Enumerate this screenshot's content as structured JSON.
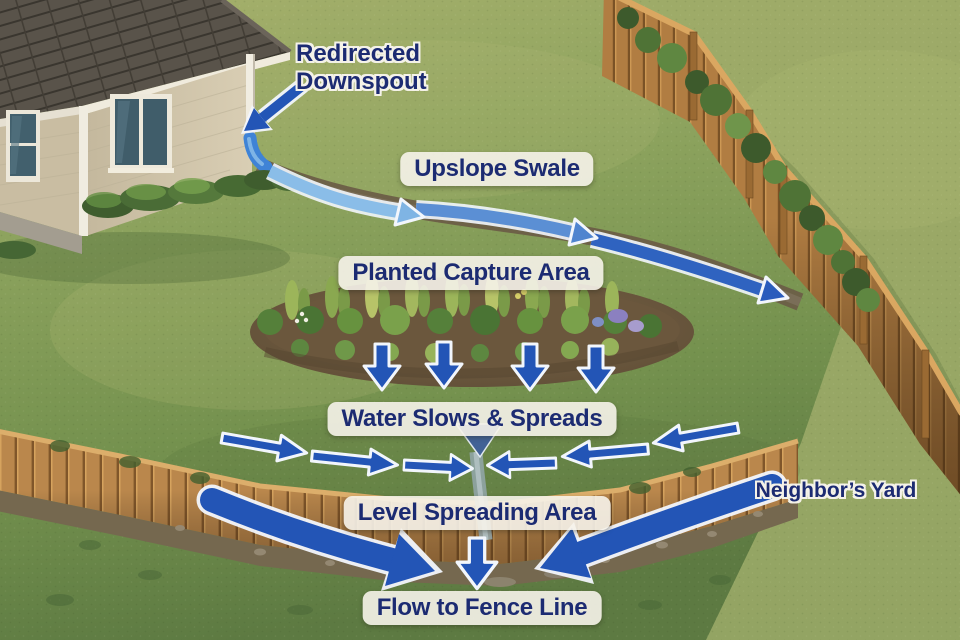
{
  "labels": {
    "redirected_downspout_line1": "Redirected",
    "redirected_downspout_line2": "Downspout",
    "upslope_swale": "Upslope Swale",
    "planted_capture_area": "Planted Capture Area",
    "water_slows_spreads": "Water Slows & Spreads",
    "level_spreading_area": "Level Spreading Area",
    "neighbors_yard": "Neighbor’s Yard",
    "flow_to_fence_line": "Flow to Fence Line"
  },
  "colors": {
    "arrow_blue": "#2355b6",
    "arrow_light_blue": "#8abde8",
    "label_text_navy": "#1c2b72",
    "label_bg": "rgba(246,243,234,0.9)",
    "grass_green": "#8da35e",
    "fence_wood": "#b17d42"
  },
  "icons": {
    "flow_arrow": "blue-directional-arrow",
    "infiltration_arrow": "blue-down-arrow"
  }
}
